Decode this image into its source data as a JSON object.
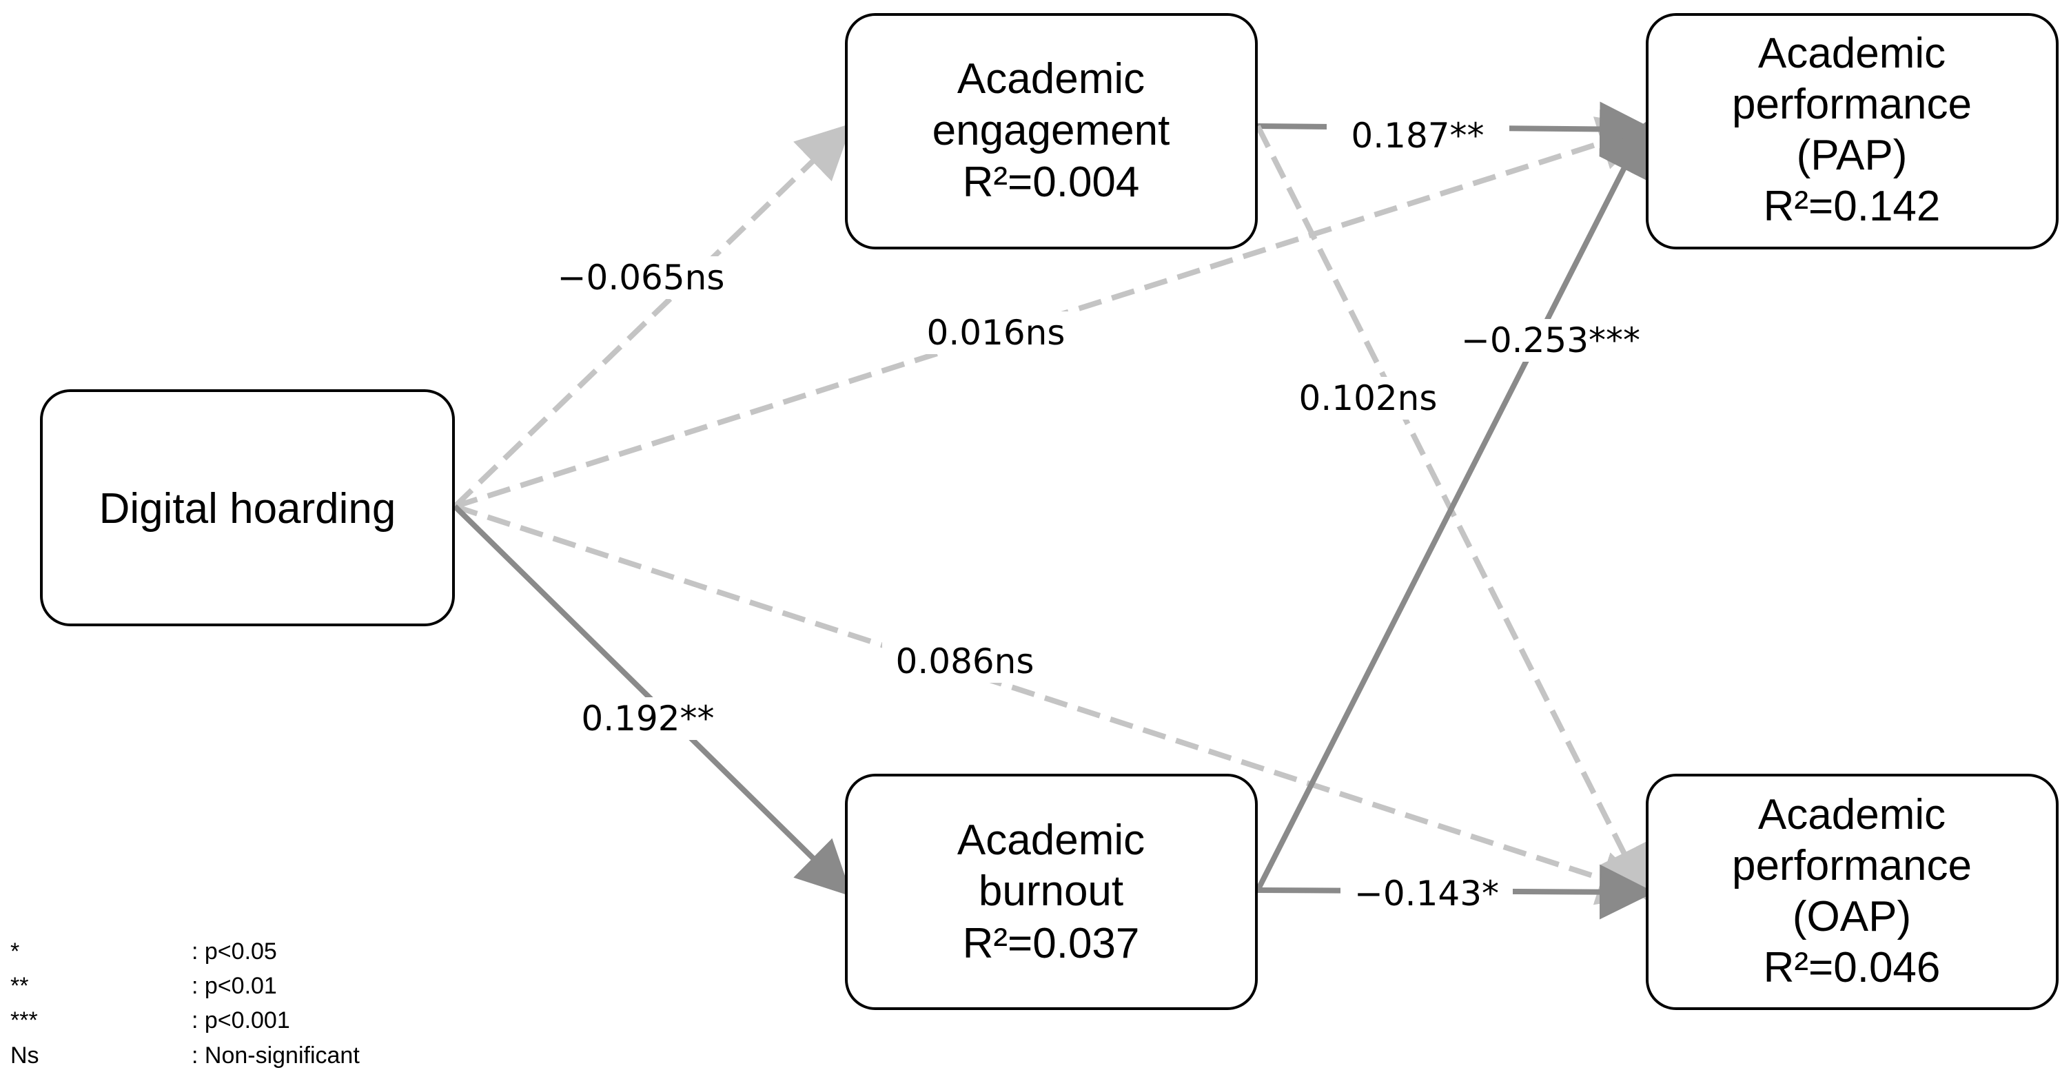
{
  "colors": {
    "significant": "#8a8a8a",
    "non_significant": "#c4c4c4",
    "box_border": "#000000",
    "text": "#000000"
  },
  "nodes": {
    "dh": {
      "lines": [
        "Digital hoarding"
      ]
    },
    "ae": {
      "lines": [
        "Academic",
        "engagement",
        "R²=0.004"
      ]
    },
    "ab": {
      "lines": [
        "Academic",
        "burnout",
        "R²=0.037"
      ]
    },
    "pap": {
      "lines": [
        "Academic",
        "performance",
        "(PAP)",
        "R²=0.142"
      ]
    },
    "oap": {
      "lines": [
        "Academic",
        "performance",
        "(OAP)",
        "R²=0.046"
      ]
    }
  },
  "paths": [
    {
      "id": "dh-ae",
      "from": "Digital hoarding",
      "to": "Academic engagement",
      "coefficient": "−0.065ns",
      "significant": false
    },
    {
      "id": "dh-pap",
      "from": "Digital hoarding",
      "to": "Academic performance (PAP)",
      "coefficient": "0.016ns",
      "significant": false
    },
    {
      "id": "dh-oap",
      "from": "Digital hoarding",
      "to": "Academic performance (OAP)",
      "coefficient": "0.086ns",
      "significant": false
    },
    {
      "id": "dh-ab",
      "from": "Digital hoarding",
      "to": "Academic burnout",
      "coefficient": "0.192**",
      "significant": true
    },
    {
      "id": "ae-pap",
      "from": "Academic engagement",
      "to": "Academic performance (PAP)",
      "coefficient": "0.187**",
      "significant": true
    },
    {
      "id": "ae-oap",
      "from": "Academic engagement",
      "to": "Academic performance (OAP)",
      "coefficient": "0.102ns",
      "significant": false
    },
    {
      "id": "ab-pap",
      "from": "Academic burnout",
      "to": "Academic performance (PAP)",
      "coefficient": "−0.253***",
      "significant": true
    },
    {
      "id": "ab-oap",
      "from": "Academic burnout",
      "to": "Academic performance (OAP)",
      "coefficient": "−0.143*",
      "significant": true
    }
  ],
  "legend": [
    {
      "symbol": "*",
      "meaning": ": p<0.05"
    },
    {
      "symbol": "**",
      "meaning": ": p<0.01"
    },
    {
      "symbol": "***",
      "meaning": ": p<0.001"
    },
    {
      "symbol": "Ns",
      "meaning": ": Non-significant"
    }
  ]
}
